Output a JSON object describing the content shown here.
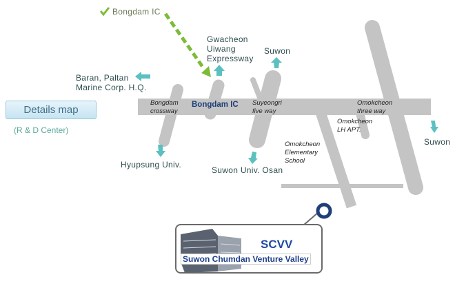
{
  "top_label": "Bongdam IC",
  "details_button": "Details map",
  "details_sub": "(R & D Center)",
  "labels": {
    "baran": [
      "Baran, Paltan",
      "Marine Corp. H.Q."
    ],
    "gwacheon": [
      "Gwacheon",
      "Uiwang",
      "Expressway"
    ],
    "suwon_top": "Suwon",
    "suwon_right": "Suwon",
    "hyupsung": "Hyupsung Univ.",
    "suwon_univ": "Suwon Univ. Osan"
  },
  "road_labels": {
    "bongdam_crossway": [
      "Bongdam",
      "crossway"
    ],
    "bongdam_ic": "Bongdam IC",
    "suyeongri": [
      "Suyeongri",
      "five way"
    ],
    "omokcheon_three": [
      "Omokcheon",
      "three way"
    ],
    "omokcheon_lh": [
      "Omokcheon",
      "LH APT."
    ],
    "omokcheon_school": [
      "Omokcheon",
      "Elementary",
      "School"
    ]
  },
  "destination": {
    "logo_text": "SCVV",
    "title": "Suwon Chumdan Venture Valley"
  },
  "colors": {
    "road": "#c4c4c4",
    "arrow": "#5cc0c0",
    "route": "#7dbb3a",
    "text": "#2f4d4f"
  }
}
